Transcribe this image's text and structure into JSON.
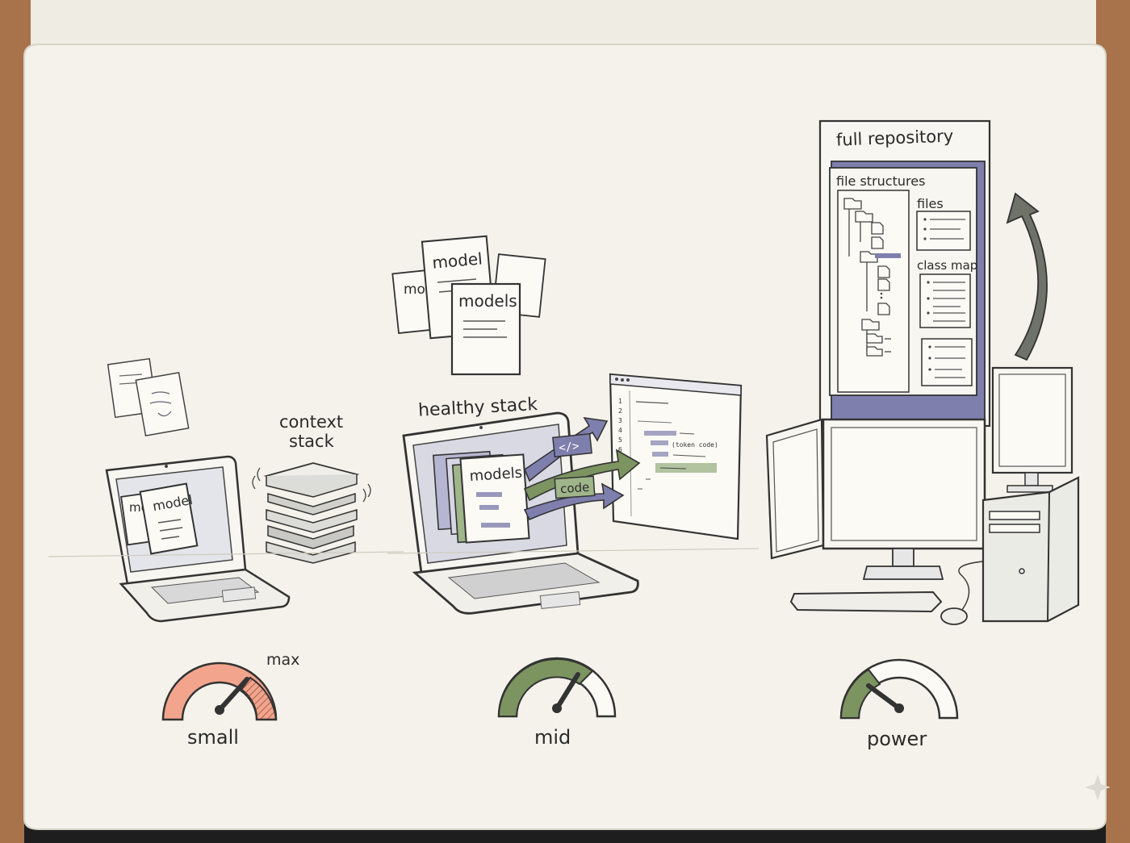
{
  "labels": {
    "context_stack_line1": "context",
    "context_stack_line2": "stack",
    "healthy_stack": "healthy stack",
    "full_repository": "full repository",
    "file_structures": "file structures",
    "files": "files",
    "class_map": "class map",
    "max": "max"
  },
  "docs": {
    "small_left": "mo",
    "small_front": "model",
    "cloud_back_left": "mo",
    "cloud_back": "model",
    "cloud_front": "models",
    "laptop_front": "models"
  },
  "code_panel": {
    "line_numbers": [
      "1",
      "2",
      "3",
      "4",
      "5",
      "6"
    ],
    "snippet": "(token code)",
    "tag_code": "</>",
    "tag_label": "code"
  },
  "gauges": [
    {
      "label": "small",
      "level": "max",
      "color": "#f2a48d"
    },
    {
      "label": "mid",
      "level": "mid",
      "color": "#7c9460"
    },
    {
      "label": "power",
      "level": "low",
      "color": "#7c9460"
    }
  ],
  "colors": {
    "accent_purple": "#7f7fae",
    "accent_green": "#7c9460",
    "accent_salmon": "#f2a48d",
    "paper": "#f4f2ea",
    "ink": "#2b2b2b"
  }
}
